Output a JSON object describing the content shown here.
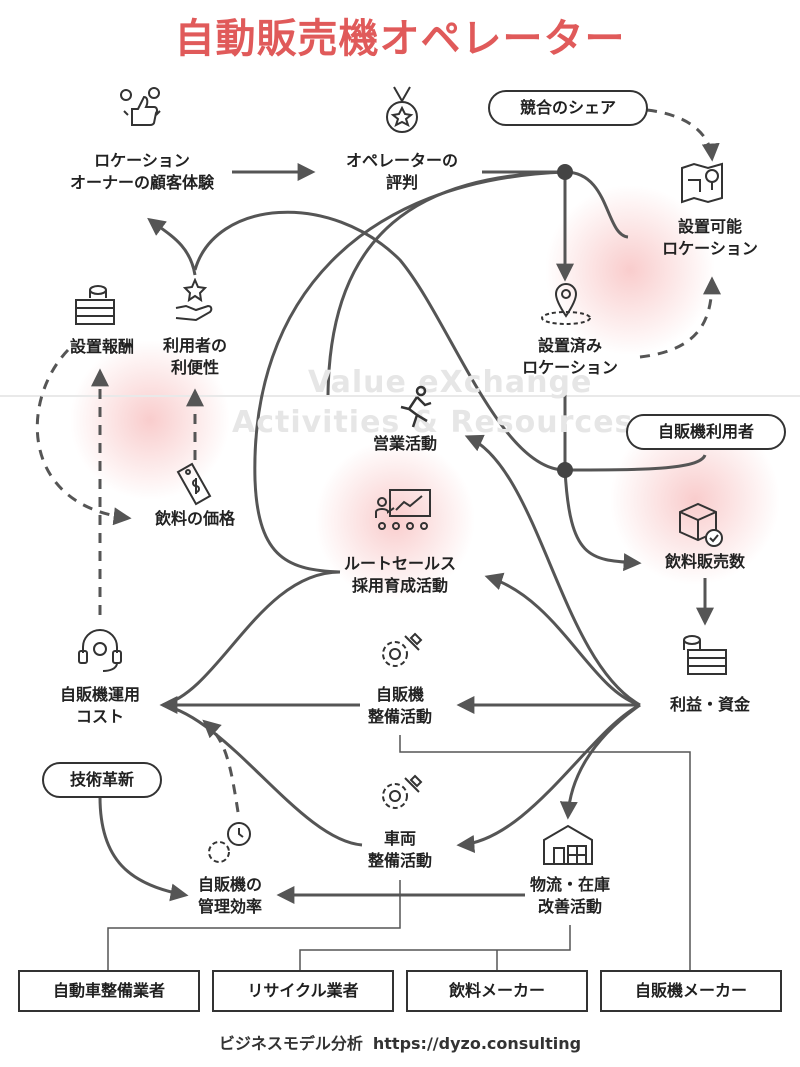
{
  "title": "自動販売機オペレーター",
  "watermark": {
    "line1": "Value eXchange",
    "line2": "Activities & Resources"
  },
  "nodes": {
    "location_owner": {
      "line1": "ロケーション",
      "line2": "オーナーの顧客体験"
    },
    "operator_reputation": {
      "line1": "オペレーターの",
      "line2": "評判"
    },
    "competitive_share": "競合のシェア",
    "installable_location": {
      "line1": "設置可能",
      "line2": "ロケーション"
    },
    "installation_fee": "設置報酬",
    "user_convenience": {
      "line1": "利用者の",
      "line2": "利便性"
    },
    "installed_location": {
      "line1": "設置済み",
      "line2": "ロケーション"
    },
    "vending_users": "自販機利用者",
    "sales_activity": "営業活動",
    "drink_price": "飲料の価格",
    "route_sales": {
      "line1": "ルートセールス",
      "line2": "採用育成活動"
    },
    "drink_sales": "飲料販売数",
    "operating_cost": {
      "line1": "自販機運用",
      "line2": "コスト"
    },
    "maintenance": {
      "line1": "自販機",
      "line2": "整備活動"
    },
    "profit": "利益・資金",
    "tech_innovation": "技術革新",
    "vehicle_maintenance": {
      "line1": "車両",
      "line2": "整備活動"
    },
    "management_efficiency": {
      "line1": "自販機の",
      "line2": "管理効率"
    },
    "logistics": {
      "line1": "物流・在庫",
      "line2": "改善活動"
    }
  },
  "partners": [
    "自動車整備業者",
    "リサイクル業者",
    "飲料メーカー",
    "自販機メーカー"
  ],
  "footer": {
    "label": "ビジネスモデル分析",
    "url": "https://dyzo.consulting"
  },
  "colors": {
    "title": "#e05a5a",
    "line": "#555555",
    "glow": "#f4a3a3"
  }
}
